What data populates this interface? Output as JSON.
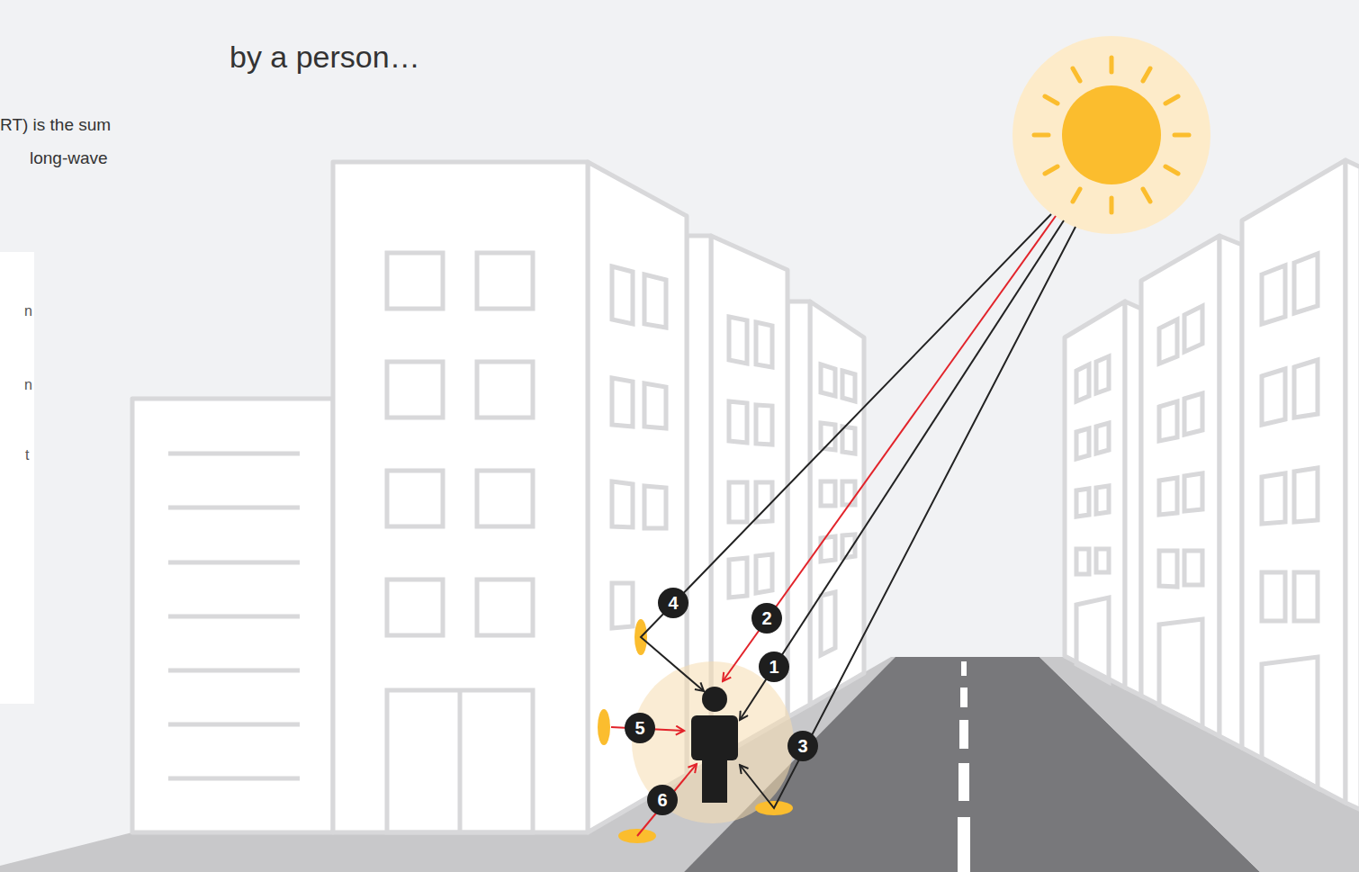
{
  "diagram": {
    "title": "by a person…",
    "labels": [
      "RT) is the sum",
      "long-wave",
      "n",
      "n",
      "t",
      "4",
      "2",
      "1",
      "5",
      "3",
      "6"
    ]
  }
}
